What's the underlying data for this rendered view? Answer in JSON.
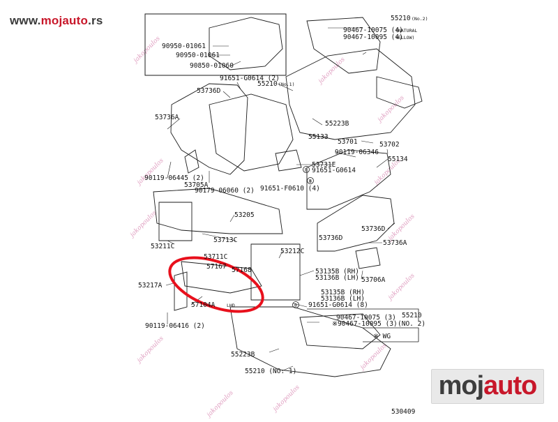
{
  "header": {
    "site_www": "www.",
    "site_brand": "mojauto",
    "site_tld": ".rs"
  },
  "logo": {
    "part1": "moj",
    "part2": "auto"
  },
  "watermark_text": "jakopoulos",
  "highlight_color": "#e8101c",
  "line_color": "#1a1a1a",
  "labels": {
    "l1": "90950-01061",
    "l2": "90950-01061",
    "l3": "90850-01060",
    "l4": "55210",
    "l4n": "(No.2)",
    "l5": "90467-10075 (4)",
    "l5n": "(NATURAL",
    "l6": "90467-10095 (4)",
    "l6n": "YELLOW)",
    "l7": "91651-G0614 (2)",
    "l8": "55210",
    "l8n": "(No.1)",
    "l9": "53736D",
    "l10": "53736A",
    "l11": "55223B",
    "l12": "55133",
    "l13": "53701",
    "l14": "53702",
    "l15": "90119-06346",
    "l16": "55134",
    "l17": "53731E",
    "l18": "91651-G0614",
    "l19": "90119-06445 (2)",
    "l20": "53705A",
    "l21": "90179-06060 (2)",
    "l22": "91651-F0610 (4)",
    "l23": "53205",
    "l24": "53736D",
    "l25": "53713C",
    "l26": "53211C",
    "l27": "53212C",
    "l28": "53736D",
    "l29": "53736A",
    "l30": "53711C",
    "l31": "57167",
    "l32": "57168",
    "l33": "53135B (RH)",
    "l34": "53136B (LH)",
    "l35": "53706A",
    "l36": "53217A",
    "l37": "53135B (RH)",
    "l38": "53136B (LH)",
    "l39": "91651-G0614 (8)",
    "l40": "57104A",
    "l41": "LHD",
    "l42": "90119-06416 (2)",
    "l43": "90467-10075 (3)",
    "l44": "※90467-10095 (3)",
    "l45": "55210",
    "l46": "(NO. 2)",
    "l47": "※ WG",
    "l48": "55223B",
    "l49": "55210 (NO. 1)",
    "l50": "530409",
    "b1": "B",
    "b2": "B",
    "b3": "B"
  }
}
